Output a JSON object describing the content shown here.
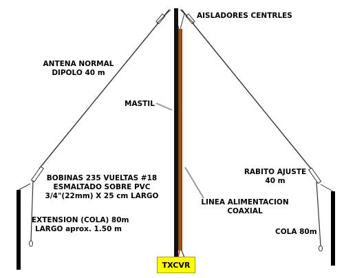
{
  "labels": {
    "aisladores": "AISLADORES CENTRLES",
    "antena_line1": "ANTENA NORMAL",
    "antena_line2": "DIPOLO 40 m",
    "mastil": "MASTIL",
    "bobinas_line1": "BOBINAS  235  VUELTAS #18",
    "bobinas_line2": "ESMALTADO SOBRE PVC",
    "bobinas_line3": "3/4\"(22mm) X  25 cm LARGO",
    "extension_line1": "EXTENSION (COLA) 80m",
    "extension_line2": "LARGO aprox. 1.50 m",
    "rabito_line1": "RABITO AJUSTE",
    "rabito_line2": "40 m",
    "linea_line1": "LINEA ALIMENTACION",
    "linea_line2": "COAXIAL",
    "cola": "COLA 80m",
    "txcvr": "TXCVR"
  },
  "colors": {
    "mast": "#111111",
    "coax": "#8b4513",
    "txcvr_box": "#ffff00",
    "pointer": "#999999",
    "wire": "#333333"
  }
}
